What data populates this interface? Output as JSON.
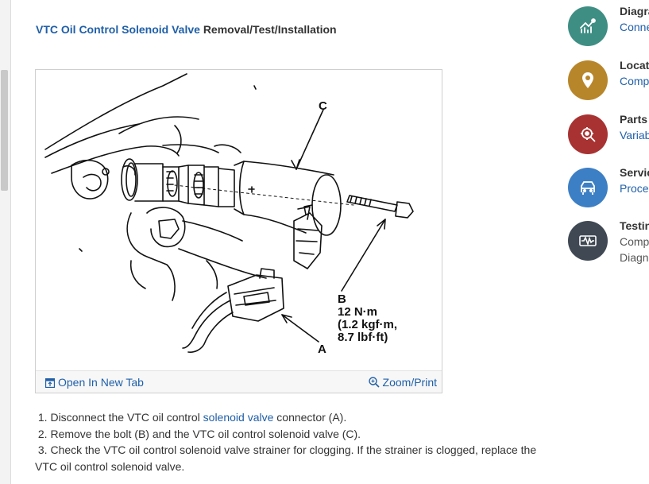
{
  "title": {
    "link_text": "VTC Oil Control Solenoid Valve",
    "rest_text": "Removal/Test/Installation"
  },
  "figure": {
    "labels": {
      "c": "C",
      "b": "B",
      "a": "A",
      "torque_1": "12 N·m",
      "torque_2": "(1.2 kgf·m,",
      "torque_3": "8.7 lbf·ft)"
    },
    "open_tab_label": "Open In New Tab",
    "zoom_print_label": "Zoom/Print"
  },
  "steps": {
    "s1_pre": "1. Disconnect the VTC oil control ",
    "s1_link": "solenoid valve",
    "s1_post": " connector (A).",
    "s2": "2. Remove the bolt (B) and the VTC oil control solenoid valve (C).",
    "s3_line1": "3. Check the VTC oil control solenoid valve strainer for clogging. If the strainer is clogged, replace the",
    "s3_line2": "VTC oil control solenoid valve."
  },
  "sidebar": {
    "items": [
      {
        "title": "Diagra",
        "sub": "Conne",
        "color": "#3e8e84",
        "icon": "diagram-icon"
      },
      {
        "title": "Locati",
        "sub": "Comp",
        "color": "#b8862a",
        "icon": "location-pin-icon"
      },
      {
        "title": "Parts",
        "sub": "Variab",
        "color": "#a83232",
        "icon": "parts-icon"
      },
      {
        "title": "Servic",
        "sub": "Proce",
        "color": "#3d7fc4",
        "icon": "service-icon"
      },
      {
        "title": "Testin",
        "sub": "Comp",
        "sub2": "Diagn",
        "color": "#3f4853",
        "icon": "testing-waveform-icon"
      }
    ]
  }
}
